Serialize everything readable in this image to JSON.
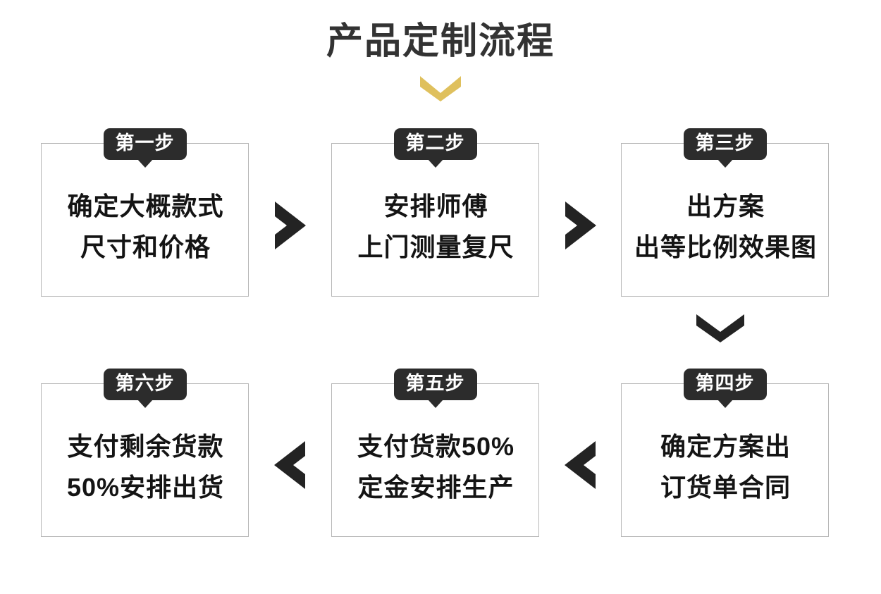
{
  "page": {
    "title": "产品定制流程",
    "background_color": "#ffffff",
    "title_color": "#333333",
    "accent_color": "#dfc05d",
    "badge_color": "#2c2c2c",
    "box_border_color": "#b7b7b7",
    "arrow_color": "#232323"
  },
  "title_chevron": {
    "icon": "chevron-down-icon",
    "color": "#dfc05d"
  },
  "steps": [
    {
      "badge": "第一步",
      "lines": [
        "确定大概款式",
        "尺寸和价格"
      ],
      "position": "row-1-col-1"
    },
    {
      "badge": "第二步",
      "lines": [
        "安排师傅",
        "上门测量复尺"
      ],
      "position": "row-1-col-2"
    },
    {
      "badge": "第三步",
      "lines": [
        "出方案",
        "出等比例效果图"
      ],
      "position": "row-1-col-3"
    },
    {
      "badge": "第四步",
      "lines": [
        "确定方案出",
        "订货单合同"
      ],
      "position": "row-2-col-3"
    },
    {
      "badge": "第五步",
      "lines": [
        "支付货款50%",
        "定金安排生产"
      ],
      "position": "row-2-col-2"
    },
    {
      "badge": "第六步",
      "lines": [
        "支付剩余货款",
        "50%安排出货"
      ],
      "position": "row-2-col-1"
    }
  ],
  "connectors": [
    {
      "name": "step1-to-step2",
      "direction": "right",
      "icon": "chevron-right-icon"
    },
    {
      "name": "step2-to-step3",
      "direction": "right",
      "icon": "chevron-right-icon"
    },
    {
      "name": "step3-to-step4",
      "direction": "down",
      "icon": "chevron-down-icon"
    },
    {
      "name": "step4-to-step5",
      "direction": "left",
      "icon": "chevron-left-icon"
    },
    {
      "name": "step5-to-step6",
      "direction": "left",
      "icon": "chevron-left-icon"
    }
  ],
  "watermark": {
    "line1": "",
    "line2": ""
  }
}
